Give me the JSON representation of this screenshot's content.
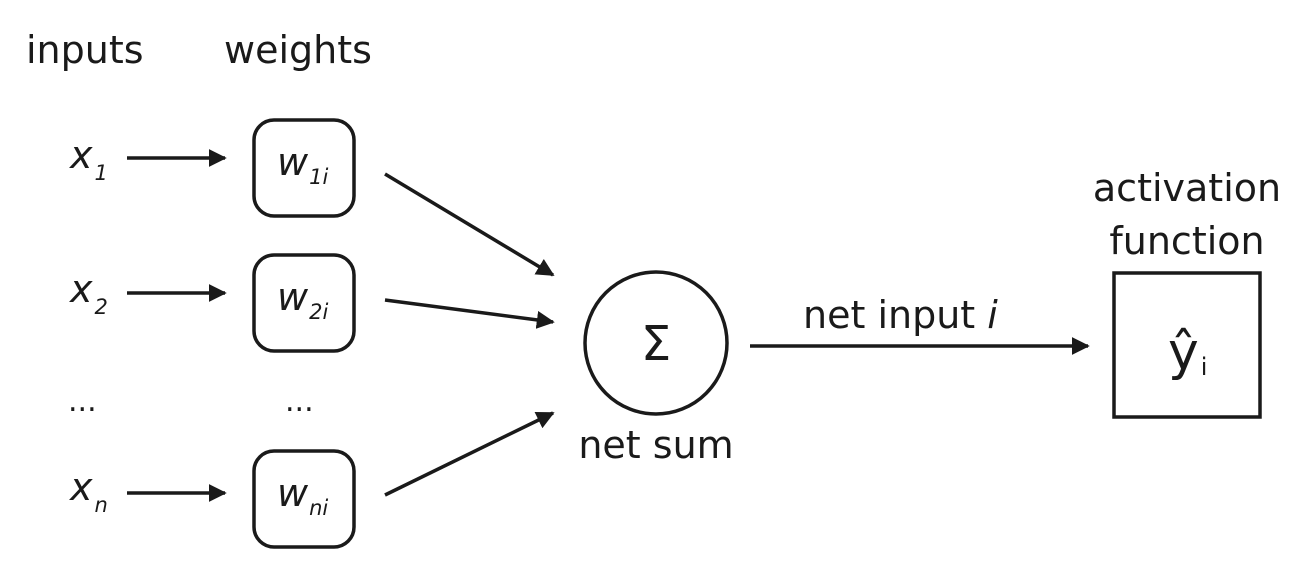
{
  "headers": {
    "inputs": "inputs",
    "weights": "weights"
  },
  "rows": [
    {
      "x": "x",
      "x_sub": "1",
      "w": "w",
      "w_sub": "1i"
    },
    {
      "x": "x",
      "x_sub": "2",
      "w": "w",
      "w_sub": "2i"
    },
    {
      "x": "x",
      "x_sub": "n",
      "w": "w",
      "w_sub": "ni"
    }
  ],
  "ellipsis": "...",
  "sum": {
    "symbol": "Σ",
    "label": "net sum"
  },
  "net_input": {
    "label": "net input ",
    "var": "i"
  },
  "activation": {
    "label_line1": "activation",
    "label_line2": "function",
    "output": "ŷ",
    "output_sub": "i"
  },
  "colors": {
    "stroke": "#1a1a1a",
    "background": "#ffffff"
  }
}
